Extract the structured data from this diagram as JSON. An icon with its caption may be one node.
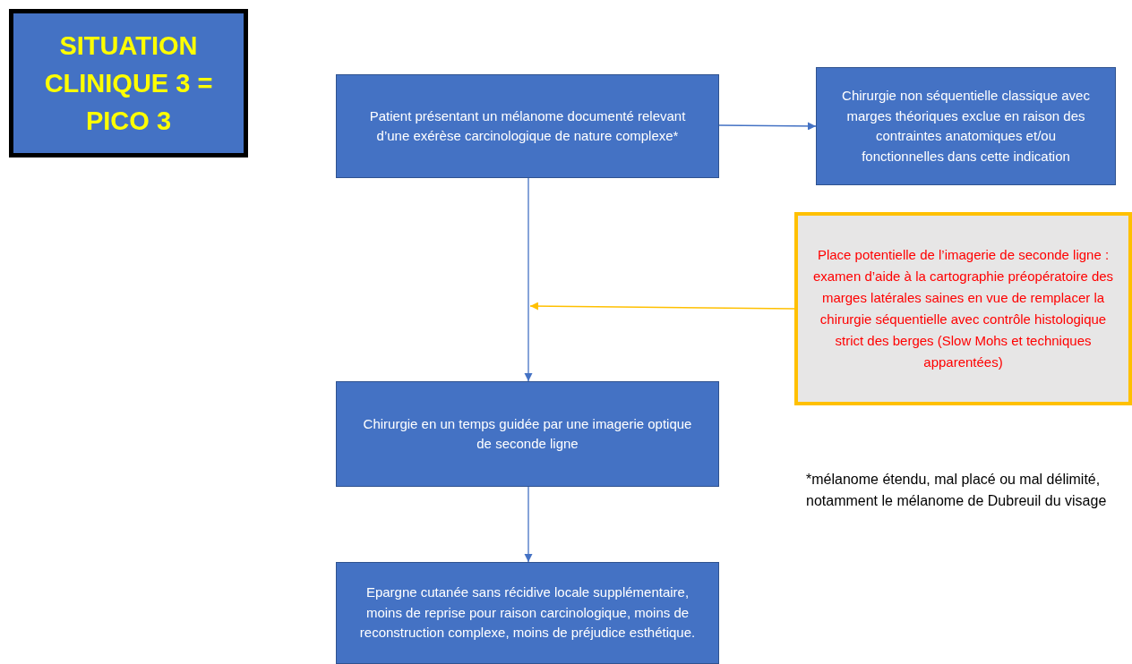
{
  "diagram": {
    "nodes": [
      {
        "text": [
          "SITUATION CLINIQUE 3 = PICO 3"
        ]
      },
      {
        "text": [
          "Patient présentant un mélanome documenté relevant d’une exérèse carcinologique de nature complexe*"
        ]
      },
      {
        "text": [
          "Chirurgie non séquentielle classique avec marges théoriques exclue en raison des contraintes anatomiques et/ou fonctionnelles dans cette indication"
        ]
      },
      {
        "text": [
          "Place potentielle de l’imagerie de seconde ligne : examen d’aide à la cartographie préopératoire des marges latérales saines en vue de remplacer la chirurgie séquentielle avec contrôle histologique strict des berges (Slow Mohs et techniques apparentées)"
        ]
      },
      {
        "text": [
          "Chirurgie en un temps guidée par une imagerie optique de seconde ligne"
        ]
      },
      {
        "text": [
          "Epargne cutanée sans récidive locale supplémentaire, moins de reprise pour raison carcinologique, moins de reconstruction complexe, moins de préjudice esthétique."
        ]
      }
    ],
    "edges": [
      {
        "from": 1,
        "to": 2,
        "arrow": "to"
      },
      {
        "from": 1,
        "to": 4,
        "arrow": "to"
      },
      {
        "from": 4,
        "to": 5,
        "arrow": "to"
      },
      {
        "from": 3,
        "to": null,
        "arrow": "to",
        "color": "#ffc000"
      }
    ],
    "labels": [
      "*mélanome étendu, mal placé ou mal délimité, notamment le mélanome de Dubreuil du visage"
    ]
  }
}
